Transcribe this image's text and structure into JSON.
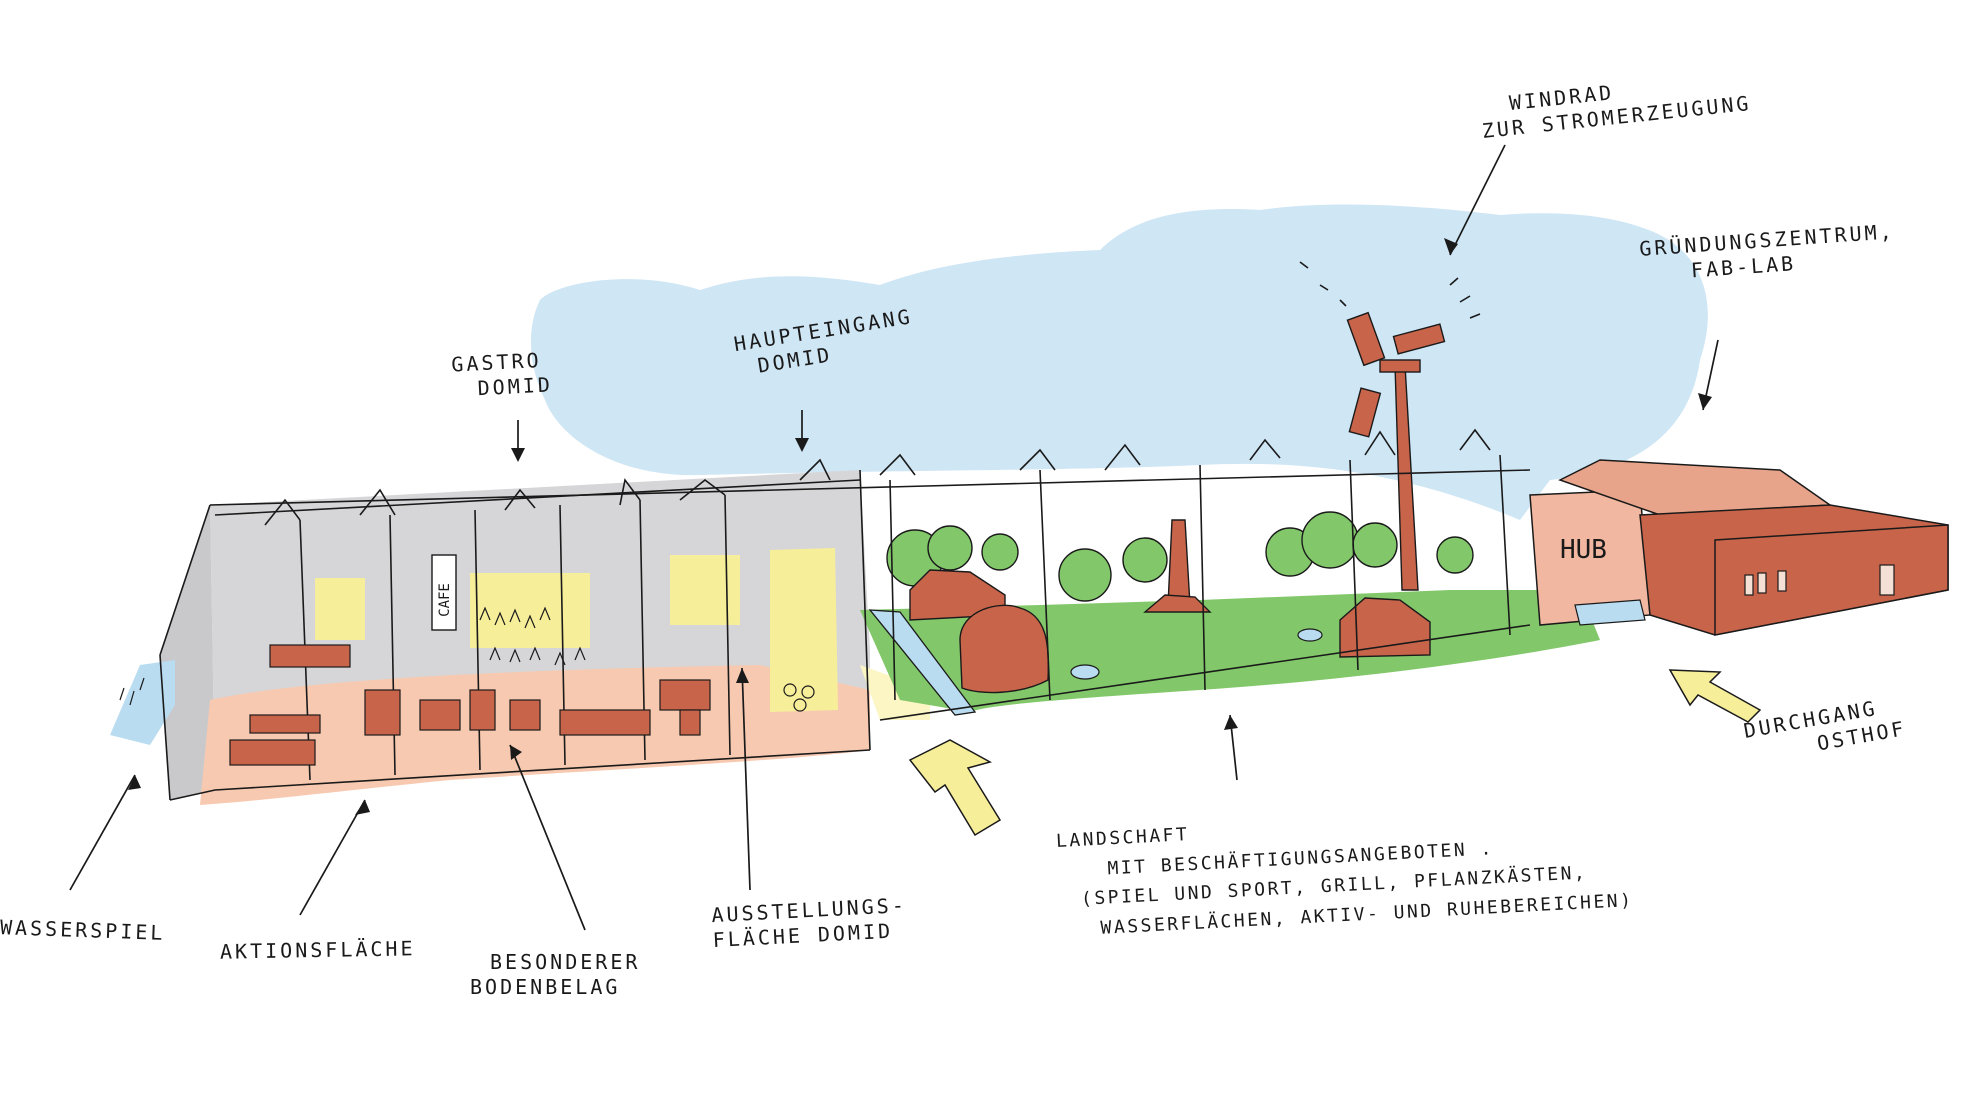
{
  "labels": {
    "windrad": [
      "WINDRAD",
      "ZUR STROMERZEUGUNG"
    ],
    "gruendung": [
      "GRÜNDUNGSZENTRUM,",
      "FAB-LAB"
    ],
    "gastro": [
      "GASTRO",
      "DOMID"
    ],
    "haupteingang": [
      "HAUPTEINGANG",
      "DOMID"
    ],
    "wasserspiel": "WASSERSPIEL",
    "aktion": "AKTIONSFLÄCHE",
    "boden": [
      "BESONDERER",
      "BODENBELAG"
    ],
    "ausstellung": [
      "AUSSTELLUNGS-",
      "FLÄCHE DOMID"
    ],
    "landschaft": [
      "LANDSCHAFT",
      "MIT BESCHÄFTIGUNGSANGEBOTEN .",
      "(SPIEL UND SPORT, GRILL, PFLANZKÄSTEN,",
      "WASSERFLÄCHEN, AKTIV- UND RUHEBEREICHEN)"
    ],
    "durchgang": [
      "DURCHGANG",
      "OSTHOF"
    ]
  },
  "signs": {
    "cafe": "CAFE",
    "hub": "HUB"
  },
  "colors": {
    "sky": "#cfe6f5",
    "hall_wall": "#d6d6d8",
    "floor": "#f7c9b0",
    "lawn": "#82c86a",
    "brick": "#c8644a",
    "yellow": "#f7ee9a",
    "water": "#b9dcf0",
    "ink": "#1a1a1a"
  }
}
